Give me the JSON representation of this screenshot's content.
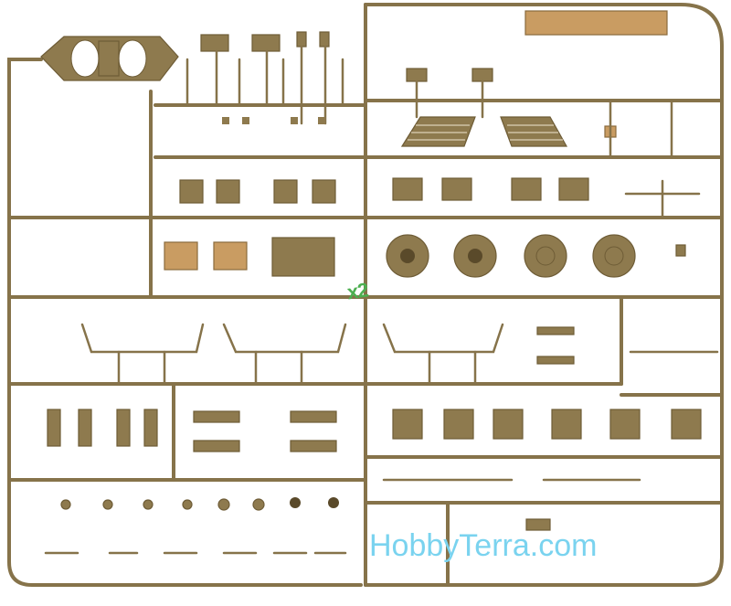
{
  "image": {
    "subject": "plastic model kit sprue",
    "sprue_color": "#8e7a4e",
    "part_color_light": "#c59a62",
    "background": "#ffffff"
  },
  "markings": {
    "multiplier": "x2"
  },
  "watermark": {
    "text": "HobbyTerra.com",
    "color": "#7ad3ef"
  }
}
